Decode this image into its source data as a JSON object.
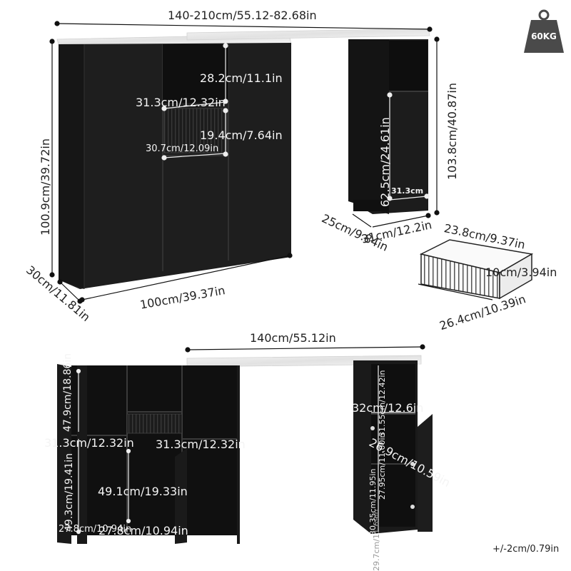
{
  "weight_badge": {
    "text": "60KG",
    "color": "#4a4a4a"
  },
  "top_view": {
    "total_width": "140-210cm/55.12-82.68in",
    "cabinet_height": "100.9cm/39.72in",
    "cabinet_depth": "30cm/11.81in",
    "cabinet_width": "100cm/39.37in",
    "open_shelf_height": "28.2cm/11.1in",
    "drawer_width_top": "31.3cm/12.32in",
    "drawer_height": "19.4cm/7.64in",
    "drawer_width_bottom": "30.7cm/12.09in",
    "side_height": "103.8cm/40.87in",
    "side_inner_height": "62.5cm/24.61in",
    "side_inner_width": "31.3cm",
    "side_depth": "25cm/9.84in",
    "side_width": "31cm/12.2in"
  },
  "drawer_detail": {
    "depth": "23.8cm/9.37in",
    "height": "10cm/3.94in",
    "width": "26.4cm/10.39in"
  },
  "bottom_view": {
    "total_width": "140cm/55.12in",
    "left_top_shelf": "47.9cm/18.86in",
    "left_shelf_width": "31.3cm/12.32in",
    "mid_shelf_width": "31.3cm/12.32in",
    "left_lower_height": "49.1cm/19.33in",
    "left_side_height": "49.3cm/19.41in",
    "bottom_left": "27.8cm/10.94in",
    "bottom_mid": "27.8cm/10.94in",
    "side_shelf_width": "32cm/12.6in",
    "side_col_1": "31.55cm/12.42in",
    "side_col_2": "27.95cm/11.00in",
    "side_col_3": "30.35cm/11.95in",
    "side_col_4": "29.7cm/11.69in",
    "side_door": "26.9cm/10.59in"
  },
  "tolerance": "+/-2cm/0.79in"
}
